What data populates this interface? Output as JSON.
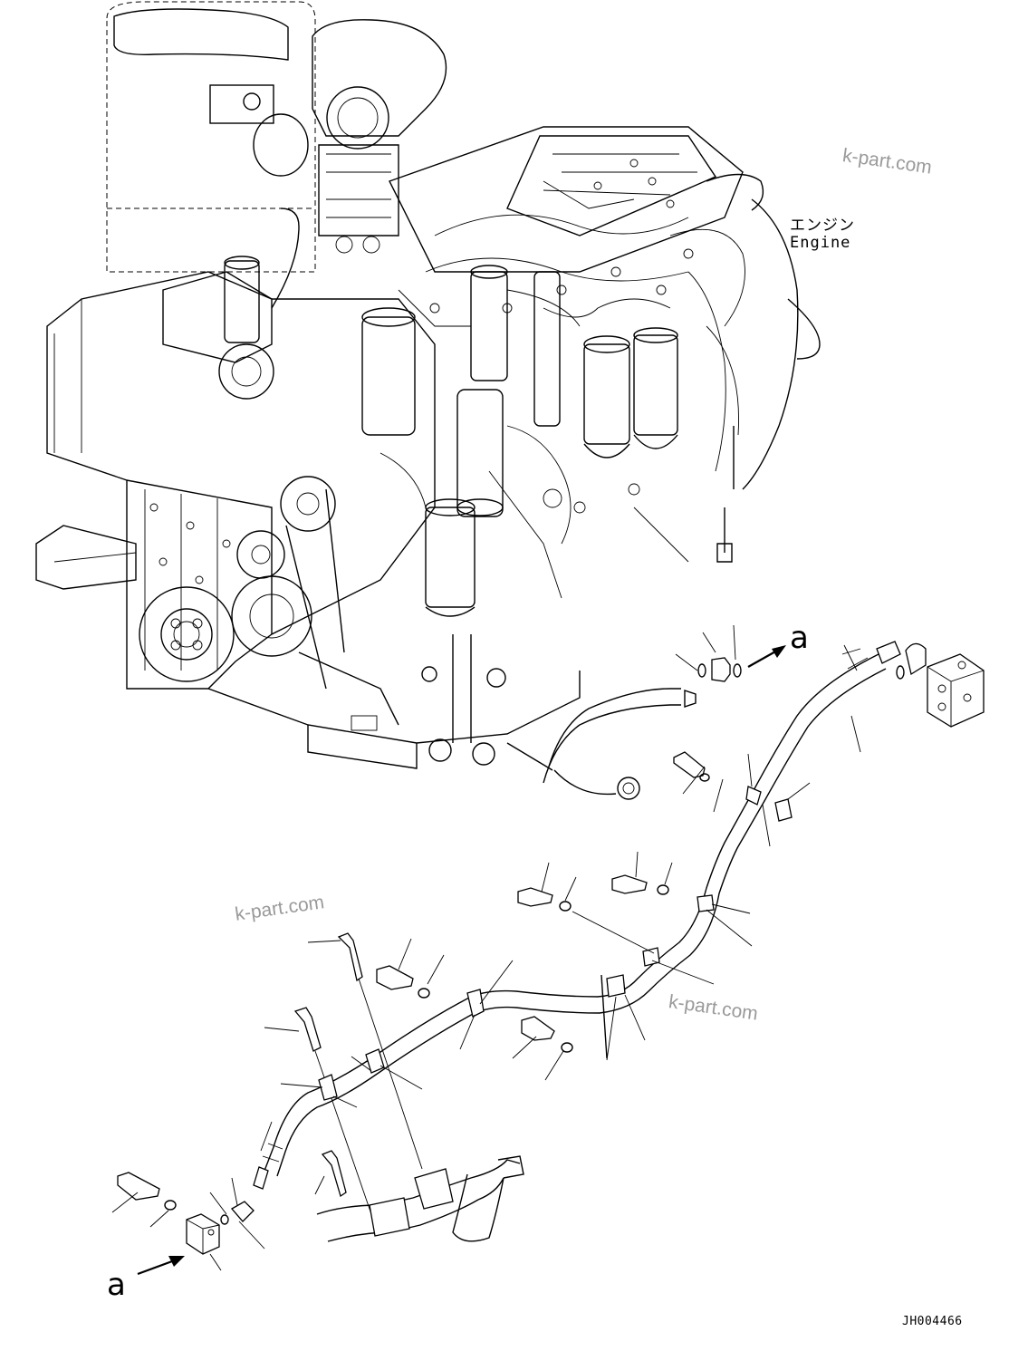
{
  "engine_label": {
    "japanese": "エンジン",
    "english": "Engine"
  },
  "reference_marks": {
    "outlet": "a",
    "inlet": "a"
  },
  "watermarks": [
    "k-part.com",
    "k-part.com",
    "k-part.com"
  ],
  "drawing_number": "JH004466"
}
